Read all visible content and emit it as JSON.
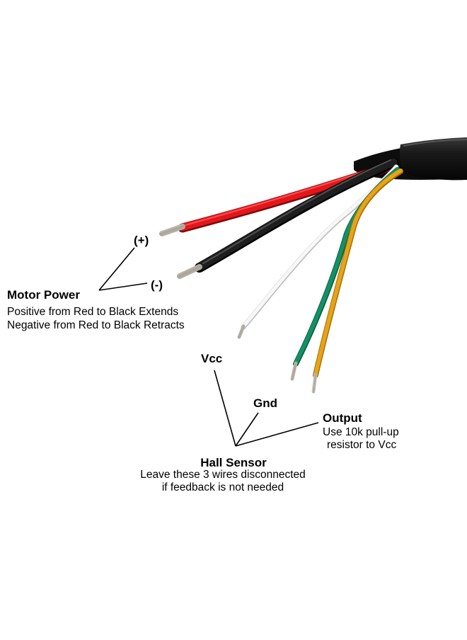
{
  "motor_power": {
    "plus_label": "(+)",
    "minus_label": "(-)",
    "title": "Motor Power",
    "line1": "Positive from Red to Black Extends",
    "line2": "Negative from Red to Black Retracts"
  },
  "hall_sensor": {
    "vcc_label": "Vcc",
    "gnd_label": "Gnd",
    "output_label": "Output",
    "output_line1": "Use 10k pull-up",
    "output_line2": "resistor to Vcc",
    "title": "Hall Sensor",
    "line1": "Leave these 3 wires disconnected",
    "line2": "if feedback is not needed"
  },
  "colors": {
    "cable_jacket": "#161616",
    "red_wire": "#e4161b",
    "black_wire": "#141414",
    "white_wire": "#f4f4f4",
    "green_wire": "#139166",
    "yellow_wire": "#e6a417",
    "copper_tip": "#b9b4ab"
  }
}
